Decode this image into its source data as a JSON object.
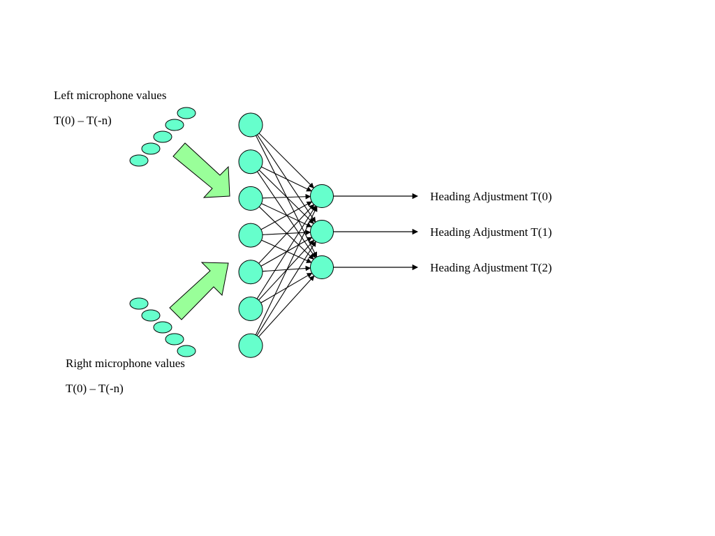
{
  "diagram": {
    "left_input": {
      "title": "Left microphone values",
      "range": "T(0) – T(-n)"
    },
    "right_input": {
      "title": "Right microphone values",
      "range": "T(0) – T(-n)"
    },
    "outputs": [
      "Heading Adjustment T(0)",
      "Heading Adjustment T(1)",
      "Heading Adjustment T(2)"
    ],
    "layers": {
      "input_node_count": 7,
      "output_node_count": 3,
      "sample_count_per_microphone": 5
    },
    "colors": {
      "node_fill": "#66ffcc",
      "arrow_fill": "#99ff99",
      "stroke": "#000000"
    }
  }
}
